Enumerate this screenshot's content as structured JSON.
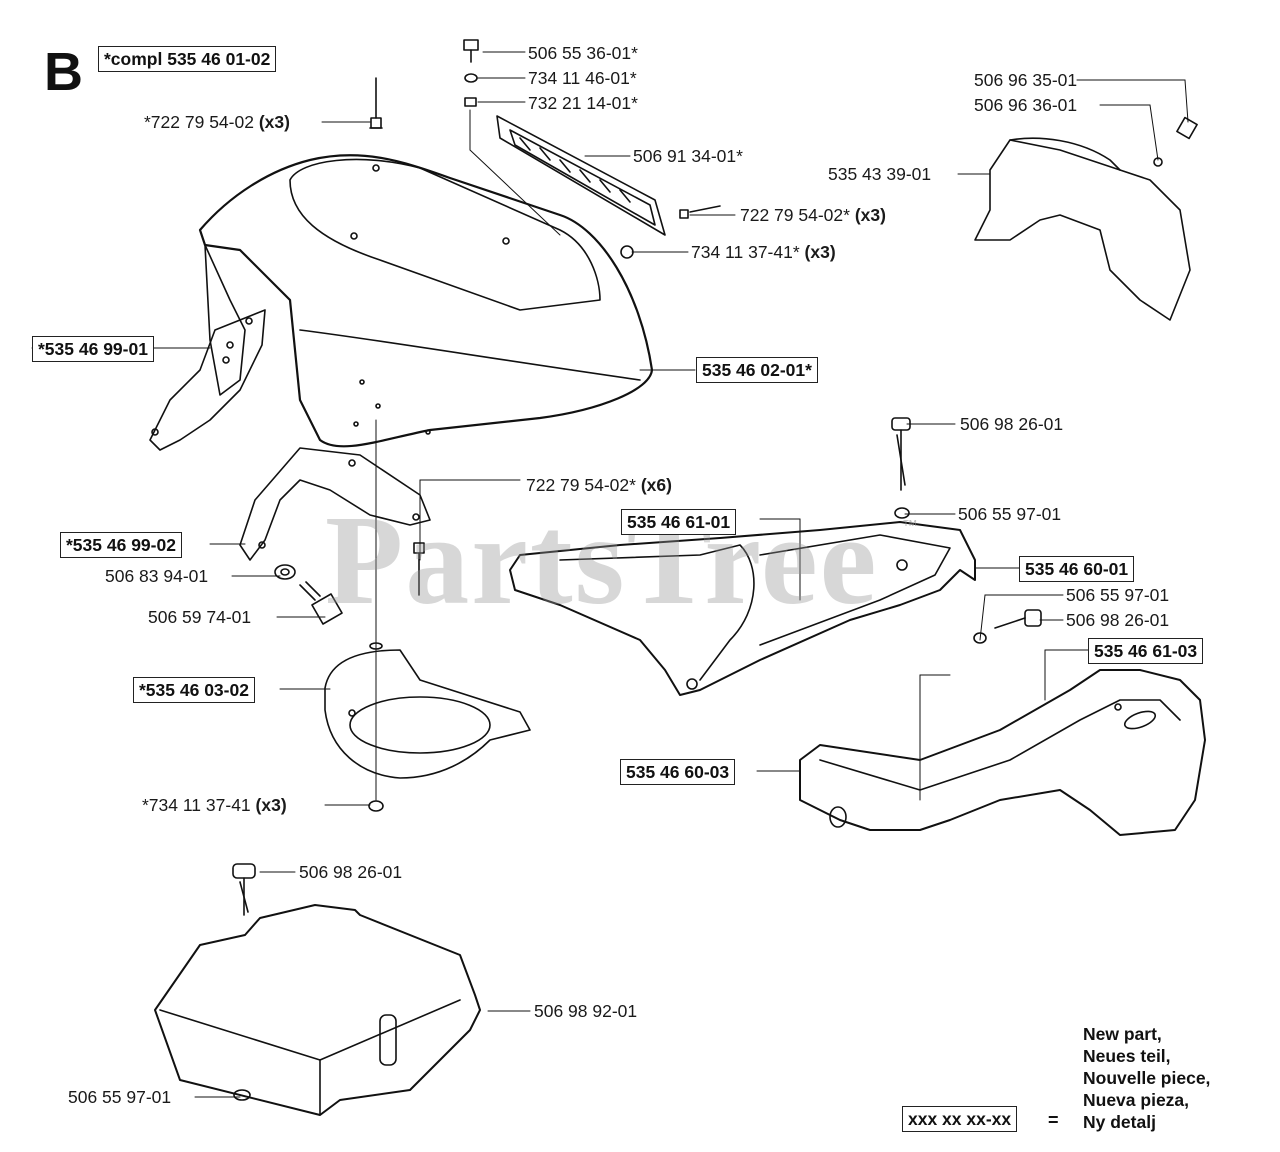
{
  "section": "B",
  "watermark": "PartsTree",
  "watermark_tm": "™",
  "labels": {
    "compl": "*compl 535 46 01-02",
    "p_506553601": "506 55 36-01*",
    "p_734114601": "734 11 46-01*",
    "p_732211401": "732 21 14-01*",
    "p_722795402_a_num": "*722 79 54-02",
    "p_722795402_a_qty": "(x3)",
    "p_506913401": "506 91 34-01*",
    "p_722795402_b_num": "722 79 54-02*",
    "p_722795402_b_qty": "(x3)",
    "p_734113741_a_num": "734 11 37-41*",
    "p_734113741_a_qty": "(x3)",
    "p_506963501": "506 96 35-01",
    "p_506963601": "506 96 36-01",
    "p_535433901": "535 43 39-01",
    "p_535469901": "*535 46 99-01",
    "p_535460201": "535 46 02-01*",
    "p_722795402_c_num": "722 79 54-02*",
    "p_722795402_c_qty": "(x6)",
    "p_506982601_a": "506 98 26-01",
    "p_506559701_a": "506 55 97-01",
    "p_535466101": "535 46 61-01",
    "p_535466001": "535 46 60-01",
    "p_535469902": "*535 46 99-02",
    "p_506839401": "506 83 94-01",
    "p_506597401": "506 59 74-01",
    "p_506559701_b": "506 55 97-01",
    "p_506982601_b": "506 98 26-01",
    "p_535466103": "535 46 61-03",
    "p_535460302": "*535 46 03-02",
    "p_535466003": "535 46 60-03",
    "p_734113741_b_num": "*734 11 37-41",
    "p_734113741_b_qty": "(x3)",
    "p_506982601_c": "506 98 26-01",
    "p_506989201": "506 98 92-01",
    "p_506559701_c": "506 55 97-01"
  },
  "legend": {
    "lines": [
      "New part,",
      "Neues teil,",
      "Nouvelle piece,",
      "Nueva pieza,",
      "Ny detalj"
    ],
    "code": "xxx xx xx-xx",
    "equals": "="
  }
}
